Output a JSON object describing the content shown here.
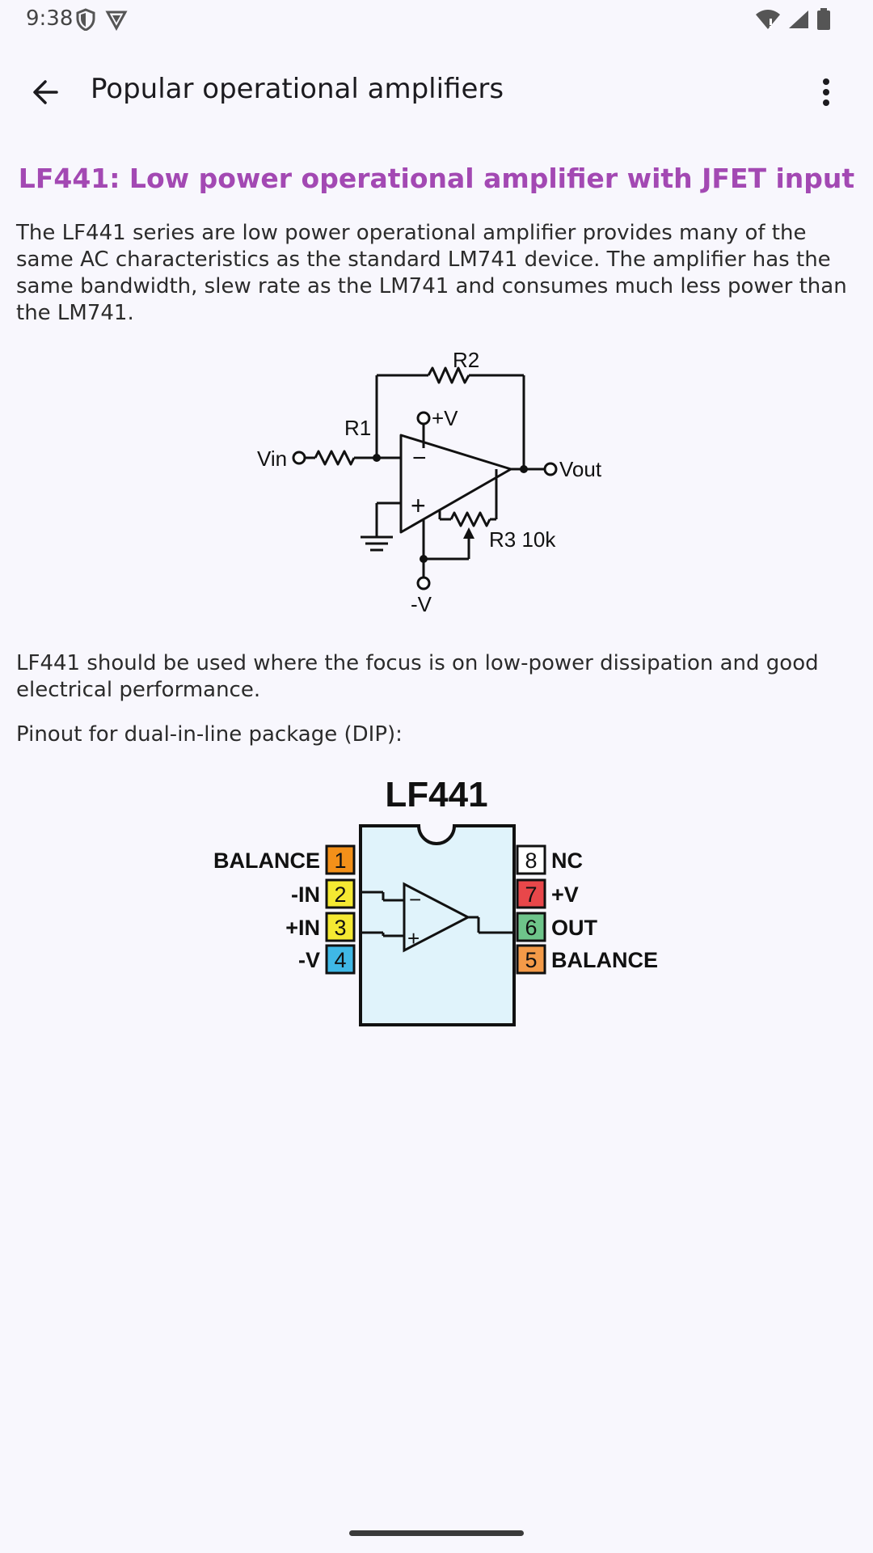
{
  "status_bar": {
    "time": "9:38",
    "left_icons": [
      "shield-icon",
      "brave-icon"
    ],
    "right_icons": [
      "wifi-icon",
      "signal-icon",
      "battery-icon"
    ]
  },
  "app_bar": {
    "title": "Popular operational amplifiers",
    "back_icon": "arrow-back-icon",
    "menu_icon": "more-vert-icon"
  },
  "article": {
    "heading": "LF441: Low power operational amplifier with JFET input",
    "intro": "The LF441 series are low power operational amplifier provides many of the same AC characteristics as the standard LM741 device. The amplifier has the same bandwidth, slew rate as the LM741 and consumes much less power than the LM741.",
    "usage": "LF441 should be used where the focus is on low-power dissipation and good electrical performance.",
    "pinout_caption": "Pinout for dual-in-line package (DIP):"
  },
  "circuit": {
    "labels": {
      "r1": "R1",
      "r2": "R2",
      "r3": "R3 10k",
      "vin": "Vin",
      "vout": "Vout",
      "vplus": "+V",
      "vminus": "-V",
      "minus_sign": "−",
      "plus_sign": "+"
    }
  },
  "pinout": {
    "chip_name": "LF441",
    "minus_sign": "−",
    "plus_sign": "+",
    "pins": [
      {
        "num": "1",
        "label": "BALANCE",
        "color": "#f39019"
      },
      {
        "num": "2",
        "label": "-IN",
        "color": "#f5e932"
      },
      {
        "num": "3",
        "label": "+IN",
        "color": "#f5e932"
      },
      {
        "num": "4",
        "label": "-V",
        "color": "#3fb8e6"
      },
      {
        "num": "5",
        "label": "BALANCE",
        "color": "#f39a48"
      },
      {
        "num": "6",
        "label": "OUT",
        "color": "#6ec48a"
      },
      {
        "num": "7",
        "label": "+V",
        "color": "#e8474a"
      },
      {
        "num": "8",
        "label": "NC",
        "color": "#ffffff"
      }
    ],
    "body_color": "#e0f3fb"
  },
  "colors": {
    "heading": "#a349b3",
    "background": "#f8f7fd"
  }
}
